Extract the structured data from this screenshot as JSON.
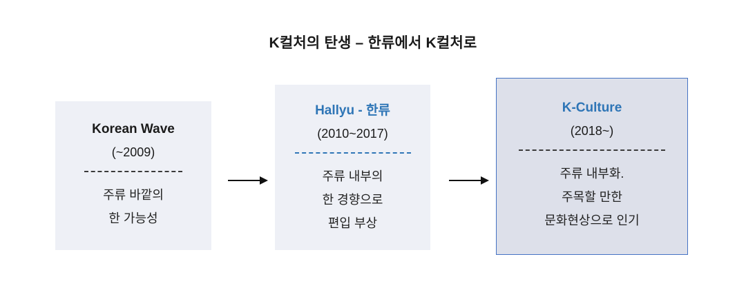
{
  "title": "K컬처의 탄생 – 한류에서 K컬처로",
  "colors": {
    "accent_blue": "#2e75b6",
    "box_background": "#eef0f6",
    "highlight_box_background": "#dde0ea",
    "highlight_box_border": "#4472c4",
    "text": "#1a1a1a"
  },
  "boxes": [
    {
      "heading": "Korean Wave",
      "period": "(~2009)",
      "lines": [
        "주류 바깥의",
        "한 가능성"
      ]
    },
    {
      "heading": "Hallyu - 한류",
      "period": "(2010~2017)",
      "lines": [
        "주류 내부의",
        "한 경향으로",
        "편입 부상"
      ]
    },
    {
      "heading": "K-Culture",
      "period": "(2018~)",
      "lines": [
        "주류 내부화.",
        "주목할 만한",
        "문화현상으로 인기"
      ]
    }
  ]
}
